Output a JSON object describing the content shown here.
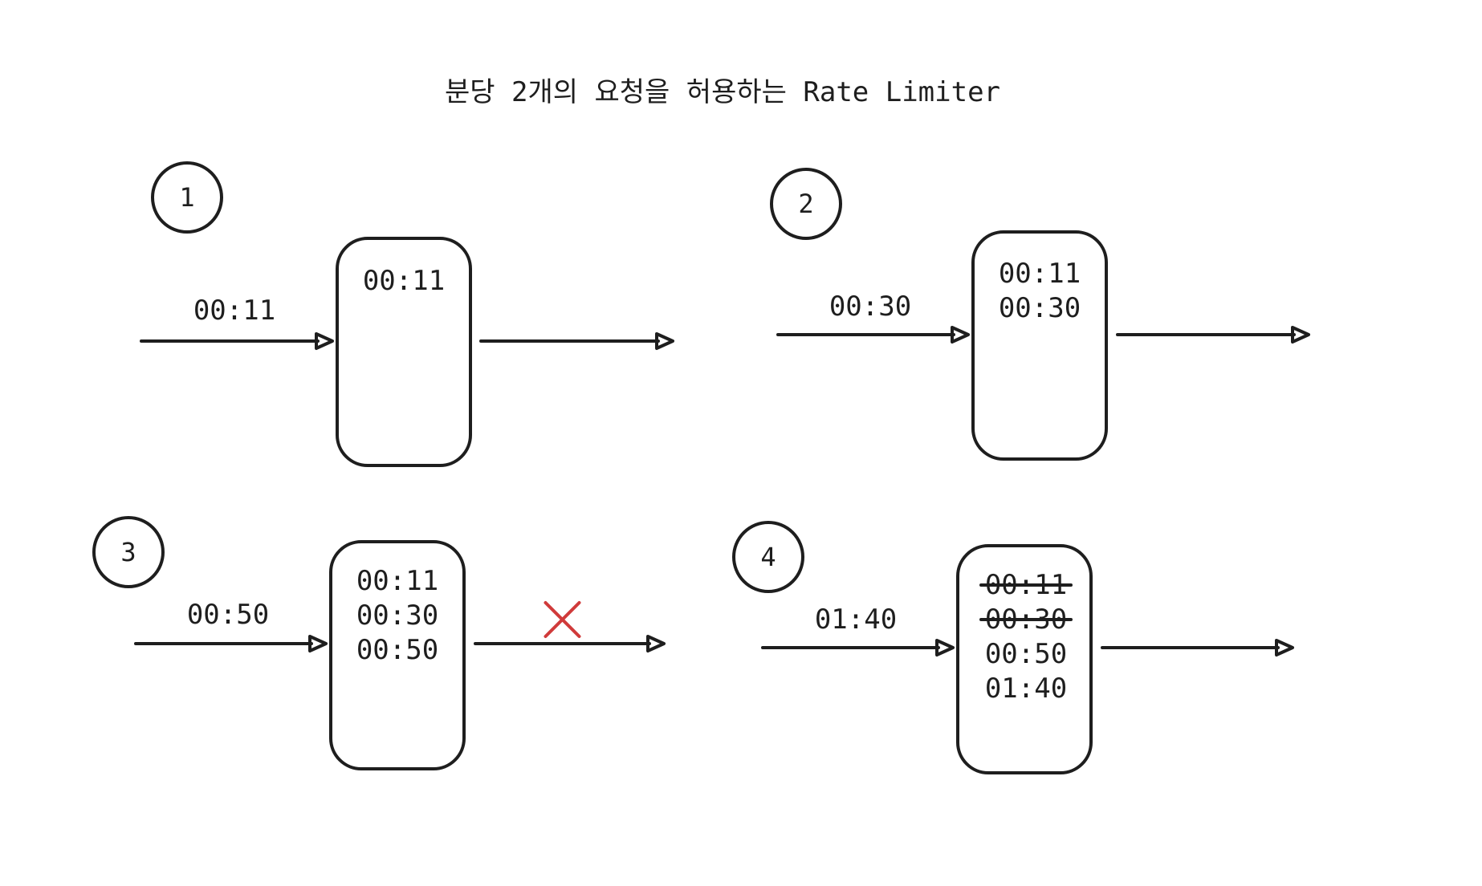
{
  "title": "분당 2개의 요청을 허용하는 Rate Limiter",
  "colors": {
    "ink": "#1e1e1e",
    "reject": "#d03a3a",
    "background": "#ffffff"
  },
  "panels": [
    {
      "step": "1",
      "incoming": "00:11",
      "log": [
        {
          "text": "00:11",
          "struck": false
        }
      ],
      "outcome": "allowed"
    },
    {
      "step": "2",
      "incoming": "00:30",
      "log": [
        {
          "text": "00:11",
          "struck": false
        },
        {
          "text": "00:30",
          "struck": false
        }
      ],
      "outcome": "allowed"
    },
    {
      "step": "3",
      "incoming": "00:50",
      "log": [
        {
          "text": "00:11",
          "struck": false
        },
        {
          "text": "00:30",
          "struck": false
        },
        {
          "text": "00:50",
          "struck": false
        }
      ],
      "outcome": "rejected"
    },
    {
      "step": "4",
      "incoming": "01:40",
      "log": [
        {
          "text": "00:11",
          "struck": true
        },
        {
          "text": "00:30",
          "struck": true
        },
        {
          "text": "00:50",
          "struck": false
        },
        {
          "text": "01:40",
          "struck": false
        }
      ],
      "outcome": "allowed"
    }
  ]
}
